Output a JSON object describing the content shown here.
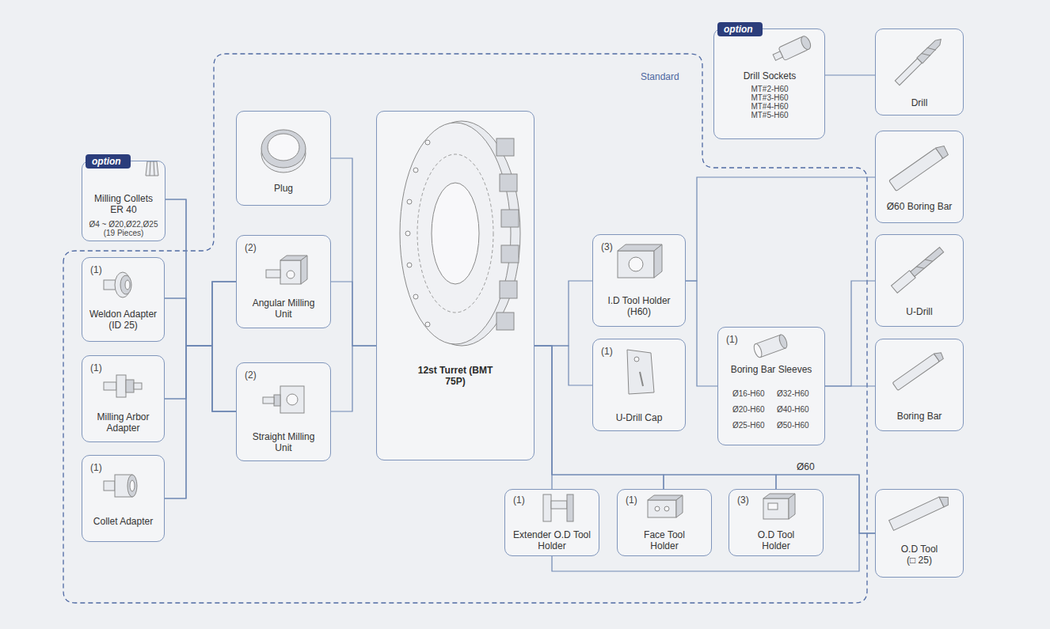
{
  "diagram": {
    "nodes": [
      {
        "text": [
          "option",
          "Milling Collets ER 40",
          "Ø4 ~ Ø20,Ø22,Ø25 (19 Pieces)"
        ]
      },
      {
        "text": [
          "(1)",
          "Weldon Adapter (ID 25)"
        ]
      },
      {
        "text": [
          "(1)",
          "Milling Arbor Adapter"
        ]
      },
      {
        "text": [
          "(1)",
          "Collet Adapter"
        ]
      },
      {
        "text": [
          "Plug"
        ]
      },
      {
        "text": [
          "(2)",
          "Angular Milling Unit"
        ]
      },
      {
        "text": [
          "(2)",
          "Straight Milling Unit"
        ]
      },
      {
        "text": [
          "12st Turret (BMT 75P)"
        ]
      },
      {
        "text": [
          "option",
          "Drill Sockets",
          "MT#2-H60 MT#3-H60 MT#4-H60 MT#5-H60"
        ]
      },
      {
        "text": [
          "(3)",
          "I.D Tool Holder (H60)"
        ]
      },
      {
        "text": [
          "(1)",
          "U-Drill Cap"
        ]
      },
      {
        "text": [
          "(1)",
          "Boring Bar Sleeves",
          "Ø16-H60",
          "Ø32-H60",
          "Ø20-H60",
          "Ø40-H60",
          "Ø25-H60",
          "Ø50-H60"
        ]
      },
      {
        "text": [
          "(1)",
          "Extender O.D Tool Holder"
        ]
      },
      {
        "text": [
          "(1)",
          "Face Tool Holder"
        ]
      },
      {
        "text": [
          "(3)",
          "O.D Tool Holder"
        ]
      },
      {
        "text": [
          "Drill"
        ]
      },
      {
        "text": [
          "Ø60 Boring Bar"
        ]
      },
      {
        "text": [
          "U-Drill"
        ]
      },
      {
        "text": [
          "Boring Bar"
        ]
      },
      {
        "text": [
          "O.D Tool (□ 25)"
        ]
      }
    ],
    "edges": [
      {
        "from": 0,
        "to": 5,
        "arrow": "none"
      },
      {
        "from": 0,
        "to": 6,
        "arrow": "none"
      },
      {
        "from": 1,
        "to": 5,
        "arrow": "none"
      },
      {
        "from": 1,
        "to": 6,
        "arrow": "none"
      },
      {
        "from": 2,
        "to": 5,
        "arrow": "none"
      },
      {
        "from": 2,
        "to": 6,
        "arrow": "none"
      },
      {
        "from": 3,
        "to": 5,
        "arrow": "none"
      },
      {
        "from": 3,
        "to": 6,
        "arrow": "none"
      },
      {
        "from": 4,
        "to": 7,
        "arrow": "none"
      },
      {
        "from": 5,
        "to": 7,
        "arrow": "none"
      },
      {
        "from": 6,
        "to": 7,
        "arrow": "none"
      },
      {
        "from": 7,
        "to": 9,
        "arrow": "none"
      },
      {
        "from": 7,
        "to": 10,
        "arrow": "none"
      },
      {
        "from": 7,
        "to": 12,
        "arrow": "none"
      },
      {
        "from": 7,
        "to": 13,
        "arrow": "none"
      },
      {
        "from": 7,
        "to": 14,
        "arrow": "none"
      },
      {
        "from": 8,
        "to": 15,
        "arrow": "none"
      },
      {
        "from": 9,
        "to": 16,
        "arrow": "none"
      },
      {
        "from": 9,
        "to": 11,
        "arrow": "none"
      },
      {
        "from": 11,
        "to": 17,
        "arrow": "none"
      },
      {
        "from": 11,
        "to": 18,
        "arrow": "none"
      },
      {
        "from": 12,
        "to": 19,
        "arrow": "none"
      },
      {
        "from": 13,
        "to": 19,
        "arrow": "none"
      },
      {
        "from": 14,
        "to": 19,
        "arrow": "none"
      }
    ],
    "labels": [
      "Standard",
      "Ø60"
    ]
  }
}
